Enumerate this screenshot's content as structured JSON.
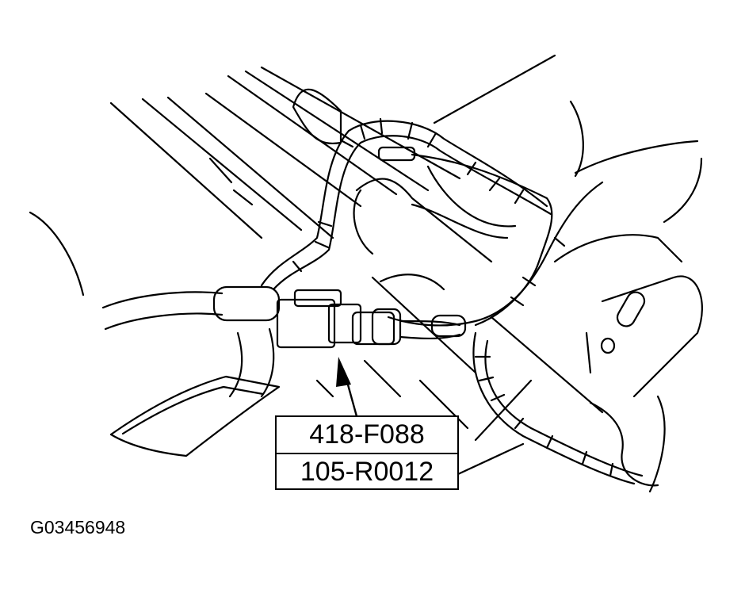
{
  "callout": {
    "part_codes": [
      "418-F088",
      "105-R0012"
    ]
  },
  "figure_id": "G03456948",
  "colors": {
    "line": "#000000",
    "background": "#ffffff"
  },
  "icons": [
    "arrow-up-icon"
  ]
}
